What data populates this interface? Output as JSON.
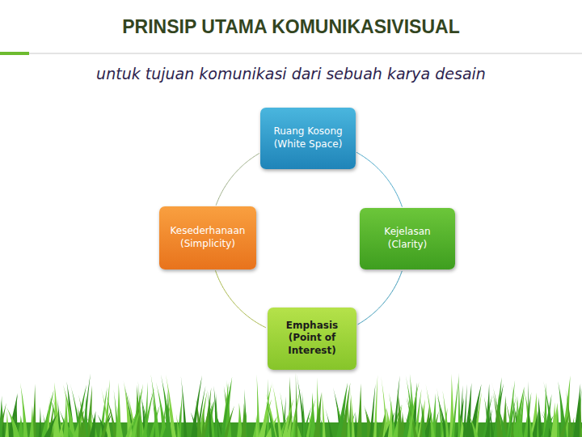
{
  "diagram": {
    "title": "PRINSIP UTAMA KOMUNIKASIVISUAL",
    "caption": "untuk tujuan komunikasi dari sebuah karya desain",
    "nodes": [
      {
        "text": [
          "Ruang Kosong (White Space)"
        ]
      },
      {
        "text": [
          "Kesederhanaan (Simplicity)"
        ]
      },
      {
        "text": [
          "Kejelasan (Clarity)"
        ]
      },
      {
        "text": [
          "Emphasis (Point of Interest)"
        ]
      }
    ],
    "edges": [
      {
        "from": 0,
        "to": 2,
        "arrow": "none"
      },
      {
        "from": 2,
        "to": 3,
        "arrow": "none"
      },
      {
        "from": 3,
        "to": 1,
        "arrow": "none"
      },
      {
        "from": 1,
        "to": 0,
        "arrow": "none"
      }
    ]
  }
}
